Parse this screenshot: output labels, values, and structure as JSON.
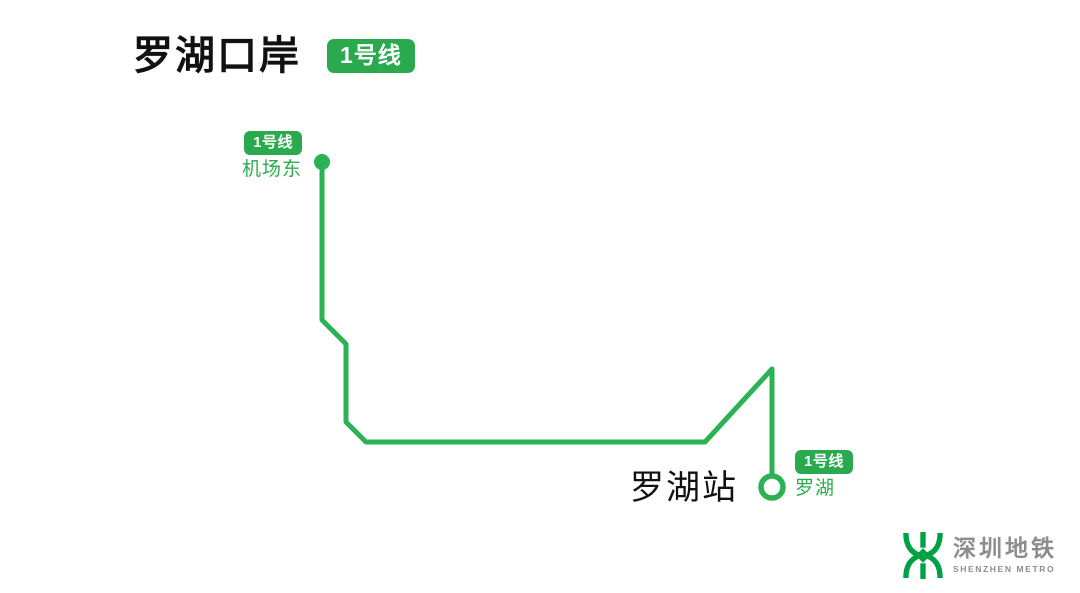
{
  "header": {
    "title": "罗湖口岸",
    "badge": "1号线"
  },
  "route": {
    "line_name": "1号线",
    "start": {
      "badge": "1号线",
      "name": "机场东"
    },
    "end": {
      "badge": "1号线",
      "name": "罗湖",
      "station_label": "罗湖站"
    }
  },
  "logo": {
    "cn": "深圳地铁",
    "en": "SHENZHEN METRO"
  },
  "colors": {
    "line_green": "#2BB254",
    "badge_green": "#2BA94E",
    "station_text_green": "#2BAD50",
    "logo_green": "#00A044",
    "logo_gray": "#8D8D8D",
    "title_black": "#111111",
    "background": "#FFFFFF"
  }
}
